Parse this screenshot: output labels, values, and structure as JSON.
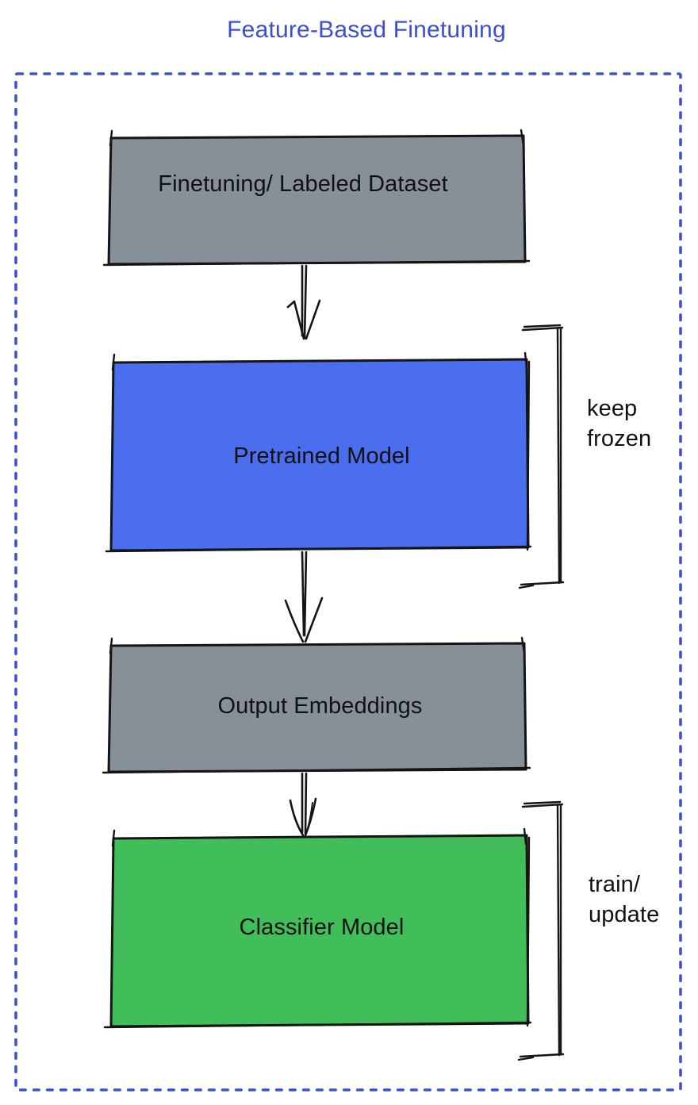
{
  "title": "Feature-Based Finetuning",
  "colors": {
    "title": "#3C50CE",
    "frame": "#3C52CE",
    "ink": "#151515",
    "label": "#111111",
    "gray": "#878F99",
    "blue": "#4A6EEE",
    "green": "#41BD59"
  },
  "nodes": [
    {
      "id": "finetuning-dataset",
      "label": "Finetuning/ Labeled Dataset",
      "fill": "#878F99"
    },
    {
      "id": "pretrained-model",
      "label": "Pretrained Model",
      "fill": "#4A6EEE"
    },
    {
      "id": "output-embeddings",
      "label": "Output Embeddings",
      "fill": "#878F99"
    },
    {
      "id": "classifier-model",
      "label": "Classifier Model",
      "fill": "#41BD59"
    }
  ],
  "annotations": [
    {
      "id": "keep-frozen",
      "label": "keep\nfrozen"
    },
    {
      "id": "train-update",
      "label": "train/\nupdate"
    }
  ]
}
